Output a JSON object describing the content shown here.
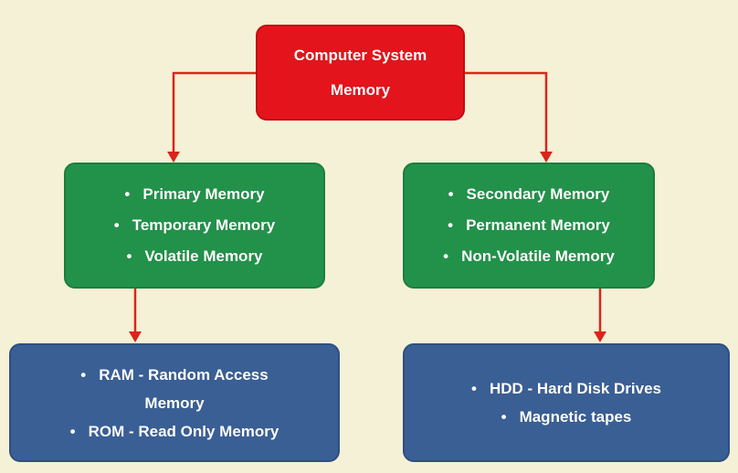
{
  "diagram": {
    "root": {
      "lines": [
        "Computer System",
        "Memory"
      ]
    },
    "left_category": {
      "bullet": "•",
      "items": [
        "Primary  Memory",
        "Temporary  Memory",
        "Volatile  Memory"
      ]
    },
    "right_category": {
      "bullet": "•",
      "items": [
        "Secondary  Memory",
        "Permanent  Memory",
        "Non-Volatile  Memory"
      ]
    },
    "left_examples": {
      "bullet": "•",
      "lines": [
        "RAM  - Random Access",
        "Memory",
        "ROM  - Read Only  Memory"
      ]
    },
    "right_examples": {
      "bullet": "•",
      "items": [
        "HDD  - Hard Disk Drives",
        "Magnetic  tapes"
      ]
    },
    "colors": {
      "background": "#f5f1d6",
      "root": "#e4141c",
      "category": "#22924a",
      "examples": "#3a5f95",
      "arrow": "#d9261c"
    }
  }
}
